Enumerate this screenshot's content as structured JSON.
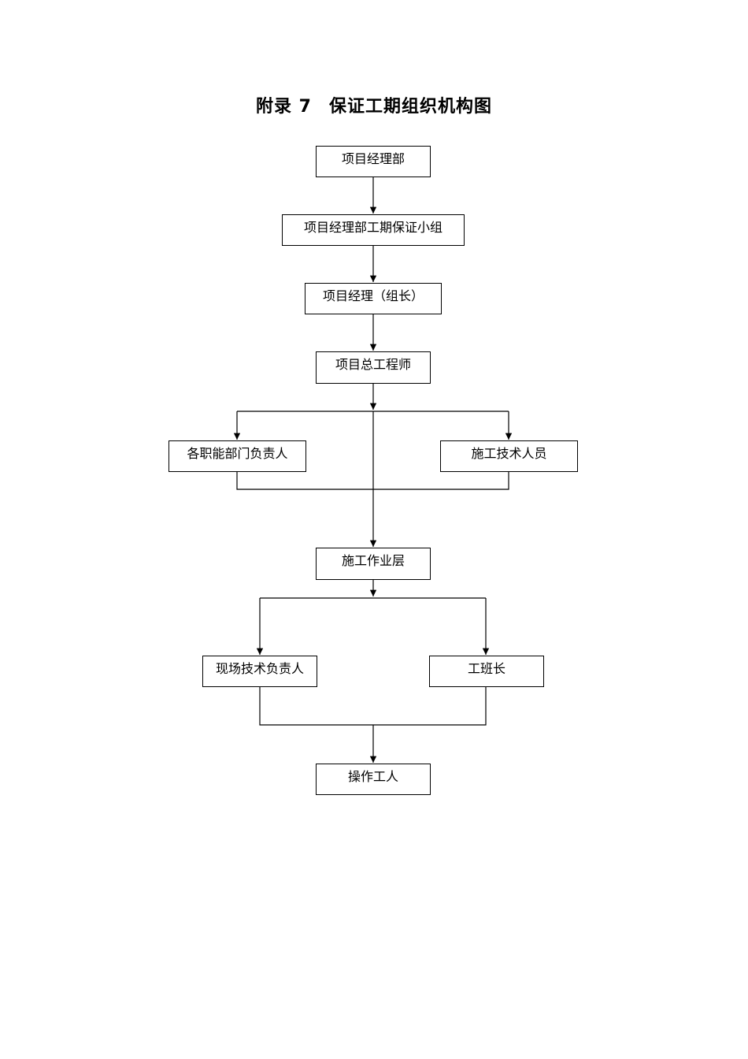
{
  "title": {
    "prefix": "附录 7",
    "main": "保证工期组织机构图"
  },
  "nodes": {
    "project_department": "项目经理部",
    "schedule_group": "项目经理部工期保证小组",
    "project_manager": "项目经理（组长）",
    "chief_engineer": "项目总工程师",
    "department_heads": "各职能部门负责人",
    "technical_staff": "施工技术人员",
    "work_layer": "施工作业层",
    "site_tech_lead": "现场技术负责人",
    "foreman": "工班长",
    "workers": "操作工人"
  },
  "colors": {
    "line": "#000000",
    "box_border": "#000000",
    "background": "#ffffff"
  }
}
